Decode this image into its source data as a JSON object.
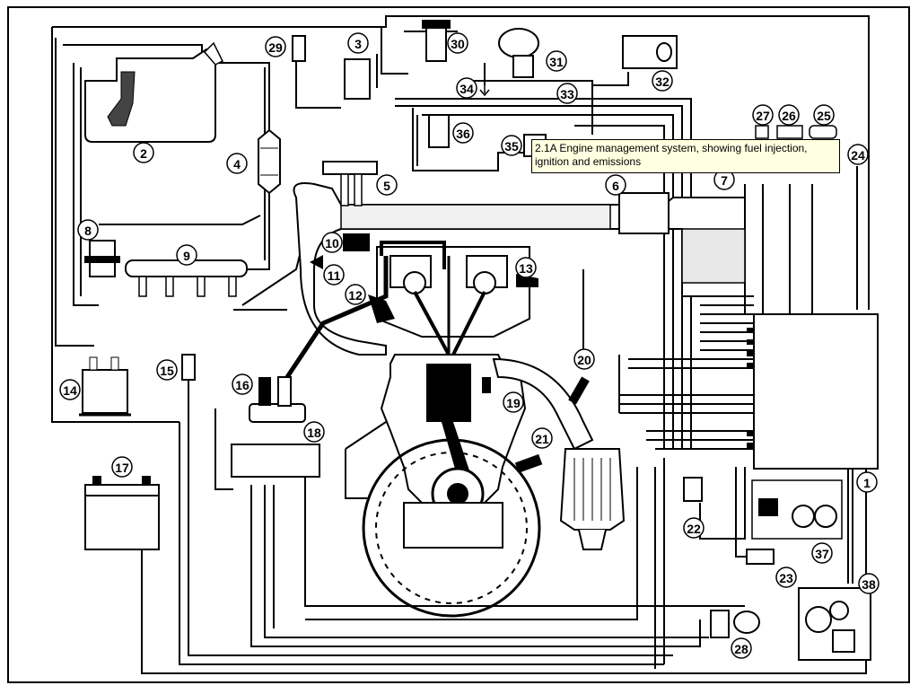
{
  "tooltip": "2.1A Engine management system, showing fuel injection, ignition and emissions",
  "callouts": [
    "1",
    "2",
    "3",
    "4",
    "5",
    "6",
    "7",
    "8",
    "9",
    "10",
    "11",
    "12",
    "13",
    "14",
    "15",
    "16",
    "17",
    "18",
    "19",
    "20",
    "21",
    "22",
    "23",
    "24",
    "25",
    "26",
    "27",
    "28",
    "29",
    "30",
    "31",
    "32",
    "33",
    "34",
    "35",
    "36",
    "37",
    "38"
  ]
}
